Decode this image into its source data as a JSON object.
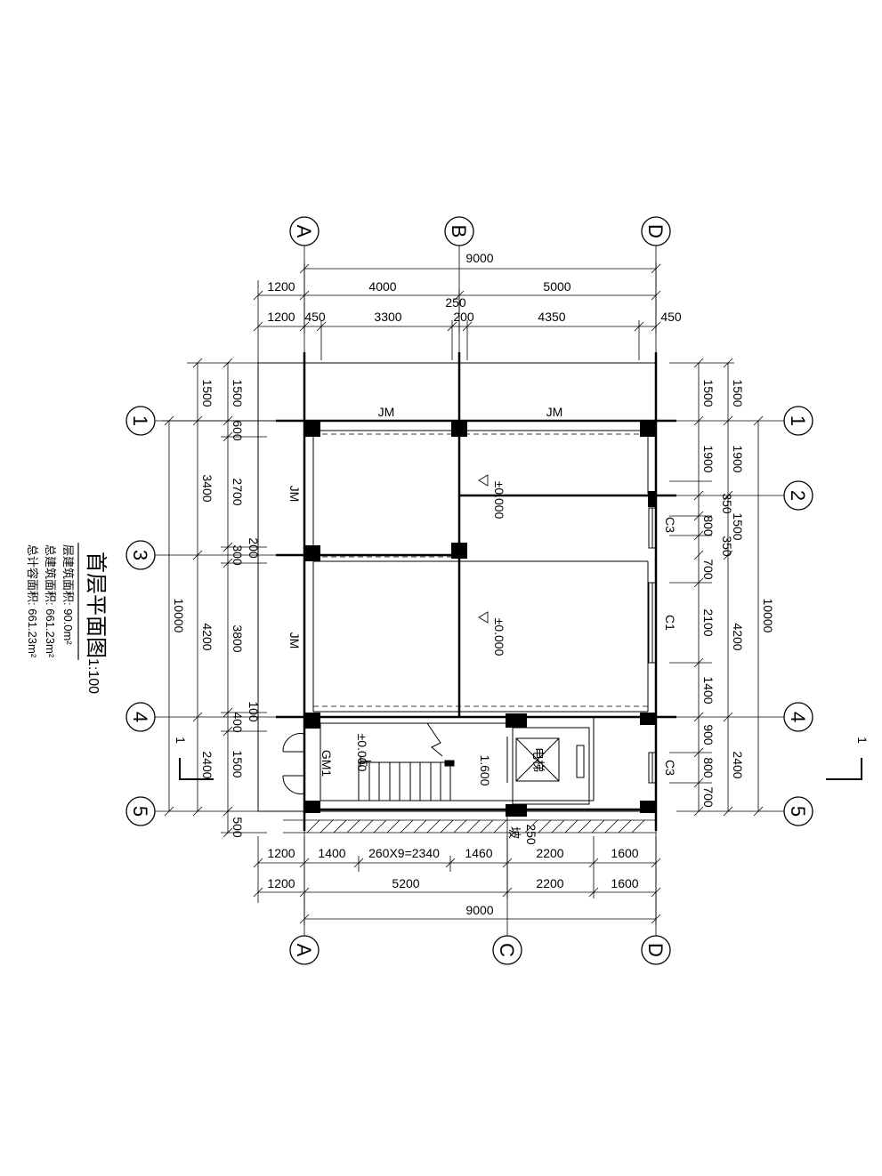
{
  "drawing": {
    "title": "首层平面图",
    "scale": "1:100",
    "info_lines": [
      "层建筑面积: 90.0m²",
      "总建筑面积: 661.23m²",
      "总计容面积: 661.23m²"
    ]
  },
  "axes": {
    "top": [
      "A",
      "B",
      "D"
    ],
    "bottom": [
      "A",
      "C",
      "D"
    ],
    "left": [
      "1",
      "3",
      "4",
      "5"
    ],
    "right": [
      "1",
      "2",
      "4",
      "5"
    ]
  },
  "dimensions": {
    "top_total": "9000",
    "top_row1": [
      "1200",
      "4000",
      "5000"
    ],
    "top_extra": "250",
    "top_row2": [
      "1200",
      "450",
      "3300",
      "200",
      "4350",
      "450"
    ],
    "bottom_row1": [
      "1200",
      "1400",
      "260X9=2340",
      "1460",
      "2200",
      "1600"
    ],
    "bottom_row2": [
      "1200",
      "5200",
      "2200",
      "1600"
    ],
    "bottom_total": "9000",
    "left_outer": [
      "1500",
      "3400",
      "4200",
      "2400"
    ],
    "left_inner": [
      "1500",
      "600",
      "2700",
      "300",
      "3800",
      "400",
      "1500",
      "500"
    ],
    "left_extra": [
      "200",
      "100"
    ],
    "left_total": "10000",
    "right_inner": [
      "1500",
      "1900",
      "350",
      "800",
      "350",
      "700",
      "2100",
      "1400",
      "900",
      "800",
      "700"
    ],
    "right_outer": [
      "1500",
      "1900",
      "1500",
      "4200",
      "2400"
    ],
    "right_total": "10000"
  },
  "annotations": {
    "beam1": "JM",
    "beam2": "JM",
    "beam3": "JM",
    "beam4": "JM",
    "level1": "±0.000",
    "level2": "±0.000",
    "level3": "±0.000",
    "level4": "1.600",
    "stair_up": "上",
    "door": "GM1",
    "window_c1": "C1",
    "window_c3a": "C3",
    "window_c3b": "C3",
    "elevator": "电梯",
    "section_mark_left": "1",
    "section_mark_right": "1",
    "small_250": "250",
    "small_mark": "坡"
  }
}
